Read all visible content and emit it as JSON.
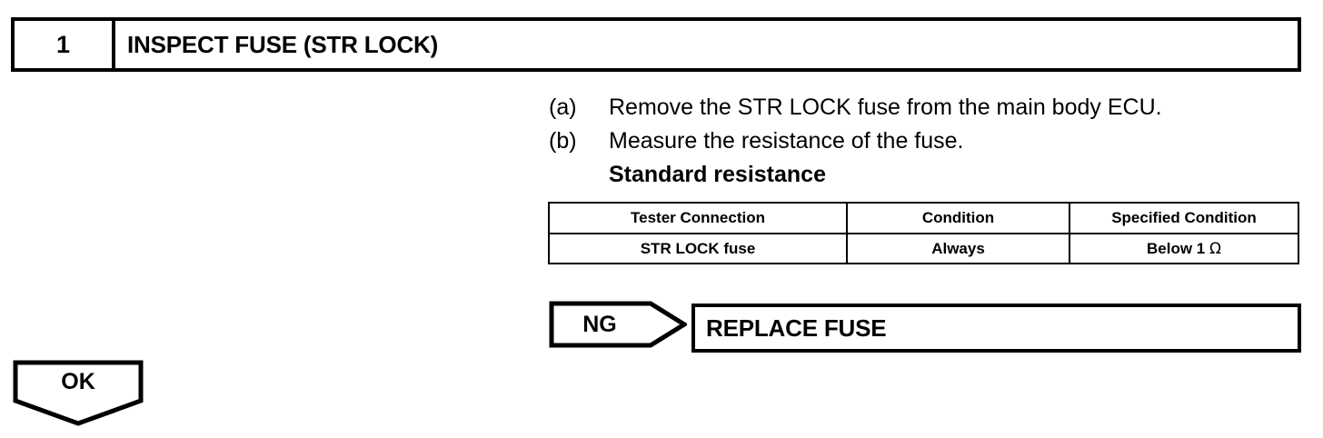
{
  "step_header": {
    "number": "1",
    "title": "INSPECT FUSE (STR LOCK)"
  },
  "procedure": {
    "steps": [
      {
        "marker": "(a)",
        "text": "Remove the STR LOCK fuse from the main body ECU."
      },
      {
        "marker": "(b)",
        "text": "Measure the resistance of the fuse."
      }
    ],
    "subheading": "Standard resistance"
  },
  "spec_table": {
    "headers": [
      "Tester Connection",
      "Condition",
      "Specified Condition"
    ],
    "rows": [
      {
        "tester_connection": "STR LOCK fuse",
        "condition": "Always",
        "specified_condition_value": "Below 1",
        "specified_condition_unit": "Ω"
      }
    ]
  },
  "branches": {
    "ng": {
      "label": "NG",
      "result_action": "REPLACE FUSE"
    },
    "ok": {
      "label": "OK"
    }
  },
  "colors": {
    "ink": "#000000",
    "paper": "#ffffff"
  }
}
